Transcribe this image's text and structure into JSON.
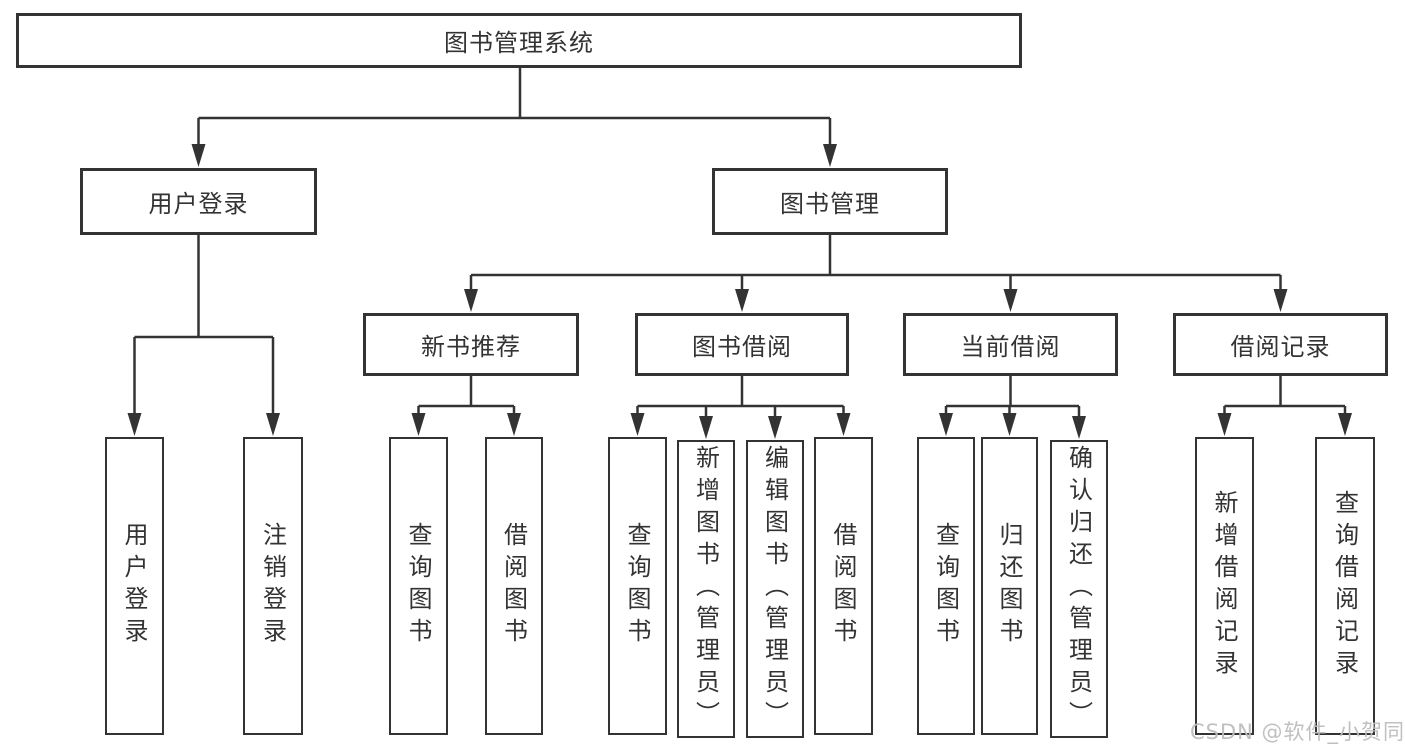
{
  "diagram": {
    "root": {
      "label": "图书管理系统"
    },
    "branches": [
      {
        "label": "用户登录",
        "children": [
          {
            "label": "用户登录"
          },
          {
            "label": "注销登录"
          }
        ]
      },
      {
        "label": "图书管理",
        "children": [
          {
            "label": "新书推荐",
            "children": [
              {
                "label": "查询图书"
              },
              {
                "label": "借阅图书"
              }
            ]
          },
          {
            "label": "图书借阅",
            "children": [
              {
                "label": "查询图书"
              },
              {
                "label": "新增图书（管理员）"
              },
              {
                "label": "编辑图书（管理员）"
              },
              {
                "label": "借阅图书"
              }
            ]
          },
          {
            "label": "当前借阅",
            "children": [
              {
                "label": "查询图书"
              },
              {
                "label": "归还图书"
              },
              {
                "label": "确认归还（管理员）"
              }
            ]
          },
          {
            "label": "借阅记录",
            "children": [
              {
                "label": "新增借阅记录"
              },
              {
                "label": "查询借阅记录"
              }
            ]
          }
        ]
      }
    ]
  },
  "watermark": {
    "text": "CSDN @软件_小贺同学"
  },
  "colors": {
    "line": "#333333",
    "text": "#333333",
    "bg": "#ffffff",
    "watermark": "#bdbdbd"
  }
}
